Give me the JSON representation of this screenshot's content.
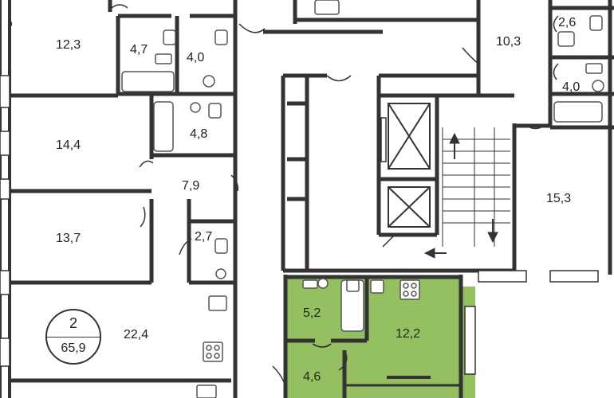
{
  "plan": {
    "highlight_color": "#95c062",
    "wall_color": "#333333",
    "fixture_color": "#555555",
    "rooms": [
      {
        "id": "r1",
        "area": "12,3"
      },
      {
        "id": "r2",
        "area": "4,7"
      },
      {
        "id": "r3",
        "area": "4,0"
      },
      {
        "id": "r4",
        "area": "10,3"
      },
      {
        "id": "r5",
        "area": "2,6"
      },
      {
        "id": "r6",
        "area": "4,0"
      },
      {
        "id": "r7",
        "area": "14,4"
      },
      {
        "id": "r8",
        "area": "4,8"
      },
      {
        "id": "r9",
        "area": "7,9"
      },
      {
        "id": "r10",
        "area": "15,3"
      },
      {
        "id": "r11",
        "area": "13,7"
      },
      {
        "id": "r12",
        "area": "2,7"
      },
      {
        "id": "r13",
        "area": "22,4"
      },
      {
        "id": "r14",
        "area": "5,2"
      },
      {
        "id": "r15",
        "area": "12,2"
      },
      {
        "id": "r16",
        "area": "4,6"
      }
    ],
    "apartment_badge": {
      "rooms": "2",
      "total_area": "65,9"
    }
  }
}
